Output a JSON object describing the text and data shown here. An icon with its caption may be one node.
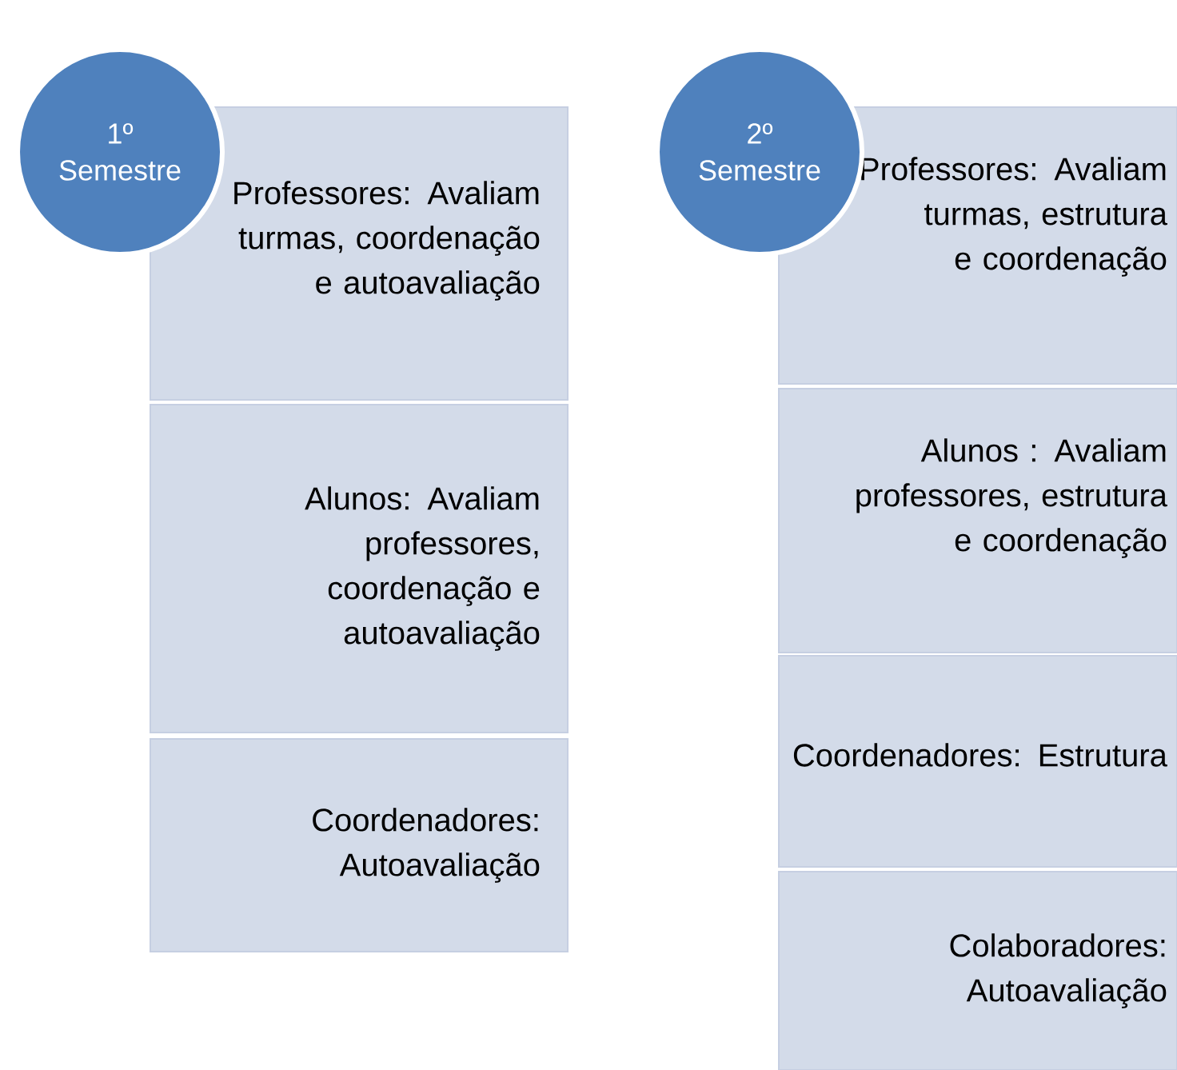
{
  "diagram": {
    "nodes": [
      {
        "text": [
          "1º Semestre"
        ]
      },
      {
        "text": [
          "Professores: Avaliam turmas, coordenação e autoavaliação"
        ]
      },
      {
        "text": [
          "Alunos: Avaliam professores, coordenação e autoavaliação"
        ]
      },
      {
        "text": [
          "Coordenadores: Autoavaliação"
        ]
      },
      {
        "text": [
          "2º Semestre"
        ]
      },
      {
        "text": [
          "Professores: Avaliam turmas, estrutura e coordenação"
        ]
      },
      {
        "text": [
          "Alunos : Avaliam professores, estrutura e coordenação"
        ]
      },
      {
        "text": [
          "Coordenadores: Estrutura"
        ]
      },
      {
        "text": [
          "Colaboradores: Autoavaliação"
        ]
      }
    ]
  }
}
